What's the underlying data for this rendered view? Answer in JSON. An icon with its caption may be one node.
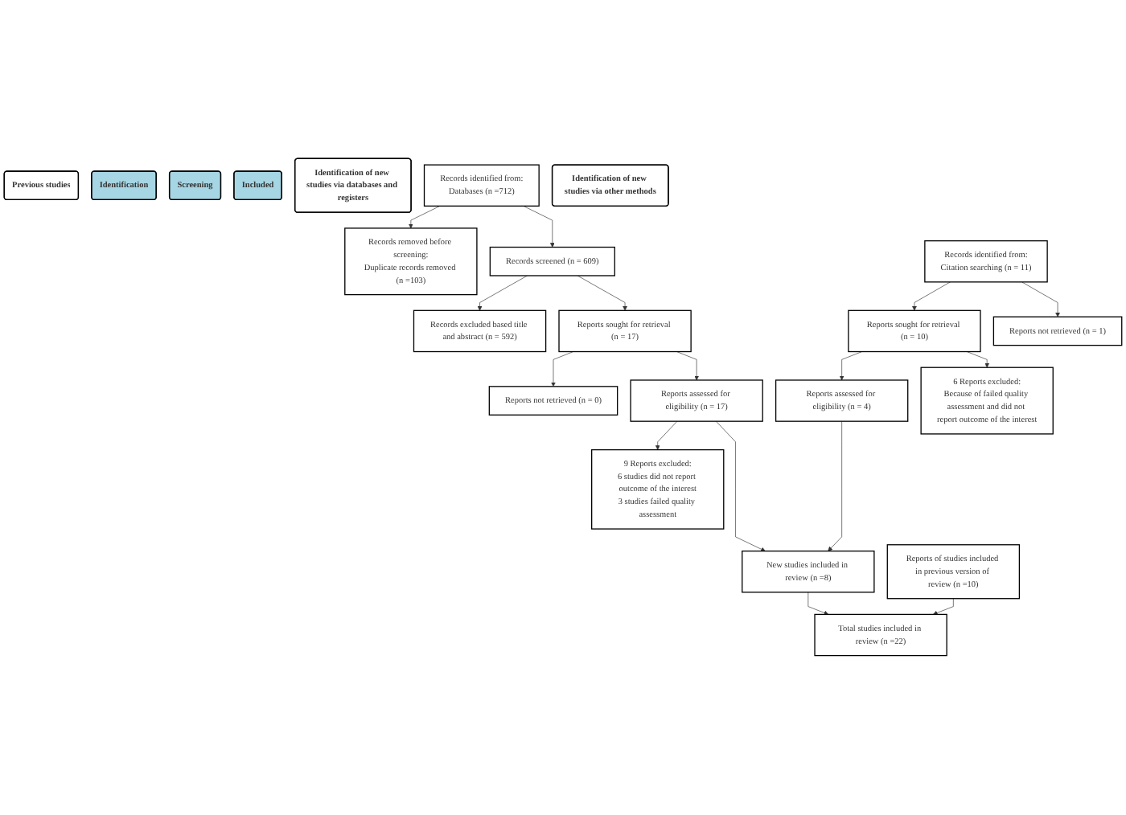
{
  "diagram": {
    "nodes": [
      {
        "text": [
          "Previous studies"
        ]
      },
      {
        "text": [
          "Identification of new studies via databases and registers"
        ]
      },
      {
        "text": [
          "Identification of new studies via other methods"
        ]
      },
      {
        "text": [
          "Identification"
        ]
      },
      {
        "text": [
          "Reports of studies included in previous version of review (n =10)"
        ]
      },
      {
        "text": [
          "Records identified from:",
          "Databases (n =712)"
        ]
      },
      {
        "text": [
          "Records removed before screening:",
          "Duplicate records removed (n =103)"
        ]
      },
      {
        "text": [
          "Records identified from:",
          "Citation searching (n = 11)"
        ]
      },
      {
        "text": [
          "Screening"
        ]
      },
      {
        "text": [
          "Records screened (n = 609)"
        ]
      },
      {
        "text": [
          "Records excluded based title and abstract (n = 592)"
        ]
      },
      {
        "text": [
          "Reports not retrieved (n = 1)"
        ]
      },
      {
        "text": [
          "Reports sought for retrieval (n = 17)"
        ]
      },
      {
        "text": [
          "Reports not retrieved (n = 0)"
        ]
      },
      {
        "text": [
          "Reports sought for retrieval (n = 10)"
        ]
      },
      {
        "text": [
          "6 Reports excluded:",
          "Because of failed quality assessment and did not report outcome of the interest"
        ]
      },
      {
        "text": [
          "Reports assessed for eligibility (n = 17)"
        ]
      },
      {
        "text": [
          "9 Reports excluded:",
          "6 studies did not report outcome of the interest",
          "3 studies failed quality assessment"
        ]
      },
      {
        "text": [
          "Reports assessed for eligibility (n = 4)"
        ]
      },
      {
        "text": [
          "Included"
        ]
      },
      {
        "text": [
          "New studies included in review (n =8)"
        ]
      },
      {
        "text": [
          "Total studies included in review (n =22)"
        ]
      }
    ],
    "edges": [
      {
        "from": 5,
        "to": 6,
        "arrow": "to"
      },
      {
        "from": 5,
        "to": 9,
        "arrow": "to"
      },
      {
        "from": 9,
        "to": 10,
        "arrow": "to"
      },
      {
        "from": 9,
        "to": 12,
        "arrow": "to"
      },
      {
        "from": 12,
        "to": 13,
        "arrow": "to"
      },
      {
        "from": 12,
        "to": 16,
        "arrow": "to"
      },
      {
        "from": 16,
        "to": 17,
        "arrow": "to"
      },
      {
        "from": 16,
        "to": 20,
        "arrow": "to"
      },
      {
        "from": 20,
        "to": 21,
        "arrow": "to"
      },
      {
        "from": 4,
        "to": 21,
        "arrow": "to"
      },
      {
        "from": 7,
        "to": 11,
        "arrow": "to"
      },
      {
        "from": 7,
        "to": 14,
        "arrow": "to"
      },
      {
        "from": 14,
        "to": 15,
        "arrow": "to"
      },
      {
        "from": 14,
        "to": 18,
        "arrow": "to"
      },
      {
        "from": 18,
        "to": 20,
        "arrow": "to"
      }
    ]
  }
}
